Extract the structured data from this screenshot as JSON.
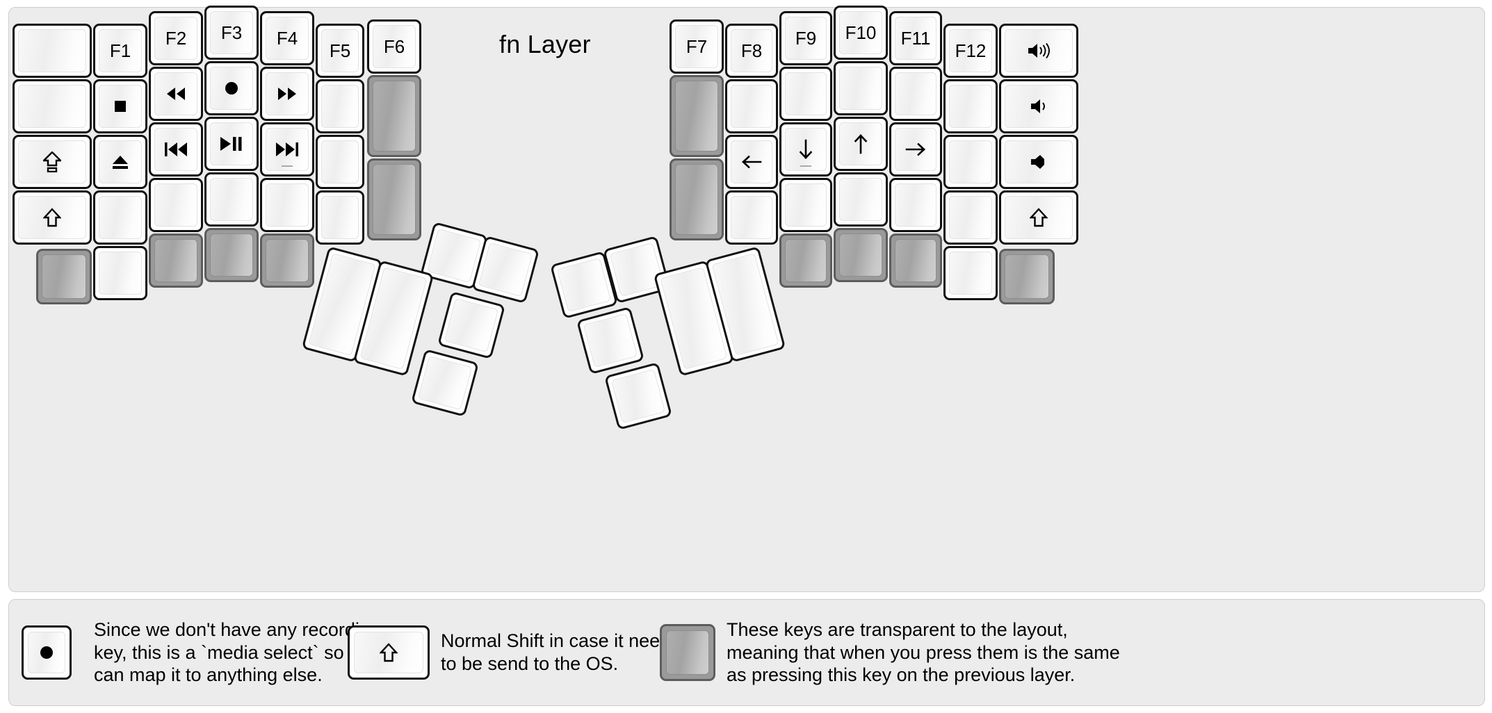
{
  "title": "fn Layer",
  "colors": {
    "background": "#ececec",
    "key_face": "#ffffff",
    "key_border": "#111111",
    "transparent_key": "#9a9a9a",
    "transparent_key_border": "#5d5d5d",
    "text": "#000000"
  },
  "legend": [
    {
      "key_glyph": "record-circle-icon",
      "key_style": "normal",
      "text": "Since we don't have any recording\nkey, this is a `media select` so user\ncan map it to anything else."
    },
    {
      "key_glyph": "shift-arrow-icon",
      "key_style": "normal",
      "text": "Normal Shift in case it needs\nto be send to the OS."
    },
    {
      "key_glyph": "",
      "key_style": "transparent",
      "text": "These keys are transparent to the layout,\nmeaning that when you press them is the same\nas pressing this key on the previous layer."
    }
  ],
  "left_half": {
    "columns": [
      {
        "name": "col-pinky-outer",
        "keys": [
          {
            "label": "",
            "icon": "",
            "style": "normal"
          },
          {
            "label": "",
            "icon": "",
            "style": "normal"
          },
          {
            "label": "",
            "icon": "caps-lock-icon",
            "style": "normal"
          },
          {
            "label": "",
            "icon": "shift-arrow-icon",
            "style": "normal"
          },
          {
            "label": "",
            "icon": "",
            "style": "transparent"
          }
        ]
      },
      {
        "name": "col-pinky",
        "keys": [
          {
            "label": "F1",
            "icon": "",
            "style": "normal"
          },
          {
            "label": "",
            "icon": "media-stop-icon",
            "style": "normal"
          },
          {
            "label": "",
            "icon": "media-eject-icon",
            "style": "normal"
          },
          {
            "label": "",
            "icon": "",
            "style": "normal"
          },
          {
            "label": "",
            "icon": "",
            "style": "normal"
          }
        ]
      },
      {
        "name": "col-ring",
        "keys": [
          {
            "label": "F2",
            "icon": "",
            "style": "normal"
          },
          {
            "label": "",
            "icon": "media-rewind-icon",
            "style": "normal"
          },
          {
            "label": "",
            "icon": "media-previous-icon",
            "style": "normal"
          },
          {
            "label": "",
            "icon": "",
            "style": "normal"
          },
          {
            "label": "",
            "icon": "",
            "style": "transparent"
          }
        ]
      },
      {
        "name": "col-middle",
        "keys": [
          {
            "label": "F3",
            "icon": "",
            "style": "normal"
          },
          {
            "label": "",
            "icon": "record-circle-icon",
            "style": "normal"
          },
          {
            "label": "",
            "icon": "media-play-pause-icon",
            "style": "normal"
          },
          {
            "label": "",
            "icon": "",
            "style": "normal"
          },
          {
            "label": "",
            "icon": "",
            "style": "transparent"
          }
        ]
      },
      {
        "name": "col-index",
        "keys": [
          {
            "label": "F4",
            "icon": "",
            "style": "normal"
          },
          {
            "label": "",
            "icon": "media-fast-forward-icon",
            "style": "normal"
          },
          {
            "label": "",
            "icon": "media-next-icon",
            "style": "normal",
            "underline": true
          },
          {
            "label": "",
            "icon": "",
            "style": "normal"
          },
          {
            "label": "",
            "icon": "",
            "style": "transparent"
          }
        ]
      },
      {
        "name": "col-inner",
        "keys": [
          {
            "label": "F5",
            "icon": "",
            "style": "normal"
          },
          {
            "label": "",
            "icon": "",
            "style": "normal"
          },
          {
            "label": "",
            "icon": "",
            "style": "normal"
          },
          {
            "label": "",
            "icon": "",
            "style": "normal"
          }
        ]
      },
      {
        "name": "col-innermost",
        "keys": [
          {
            "label": "F6",
            "icon": "",
            "style": "normal"
          },
          {
            "label": "",
            "icon": "",
            "style": "transparent"
          },
          {
            "label": "",
            "icon": "",
            "style": "transparent"
          }
        ]
      }
    ],
    "thumb_cluster": [
      {
        "label": "",
        "icon": "",
        "style": "normal"
      },
      {
        "label": "",
        "icon": "",
        "style": "normal"
      },
      {
        "label": "",
        "icon": "",
        "style": "normal"
      },
      {
        "label": "",
        "icon": "",
        "style": "normal"
      },
      {
        "label": "",
        "icon": "",
        "style": "normal"
      },
      {
        "label": "",
        "icon": "",
        "style": "normal"
      }
    ]
  },
  "right_half": {
    "columns": [
      {
        "name": "col-innermost",
        "keys": [
          {
            "label": "F7",
            "icon": "",
            "style": "normal"
          },
          {
            "label": "",
            "icon": "",
            "style": "transparent"
          },
          {
            "label": "",
            "icon": "",
            "style": "transparent"
          }
        ]
      },
      {
        "name": "col-inner",
        "keys": [
          {
            "label": "F8",
            "icon": "",
            "style": "normal"
          },
          {
            "label": "",
            "icon": "",
            "style": "normal"
          },
          {
            "label": "",
            "icon": "arrow-left-icon",
            "style": "normal"
          },
          {
            "label": "",
            "icon": "",
            "style": "normal"
          }
        ]
      },
      {
        "name": "col-index",
        "keys": [
          {
            "label": "F9",
            "icon": "",
            "style": "normal"
          },
          {
            "label": "",
            "icon": "",
            "style": "normal"
          },
          {
            "label": "",
            "icon": "arrow-down-icon",
            "style": "normal",
            "underline": true
          },
          {
            "label": "",
            "icon": "",
            "style": "normal"
          },
          {
            "label": "",
            "icon": "",
            "style": "transparent"
          }
        ]
      },
      {
        "name": "col-middle",
        "keys": [
          {
            "label": "F10",
            "icon": "",
            "style": "normal"
          },
          {
            "label": "",
            "icon": "",
            "style": "normal"
          },
          {
            "label": "",
            "icon": "arrow-up-icon",
            "style": "normal"
          },
          {
            "label": "",
            "icon": "",
            "style": "normal"
          },
          {
            "label": "",
            "icon": "",
            "style": "transparent"
          }
        ]
      },
      {
        "name": "col-ring",
        "keys": [
          {
            "label": "F11",
            "icon": "",
            "style": "normal"
          },
          {
            "label": "",
            "icon": "",
            "style": "normal"
          },
          {
            "label": "",
            "icon": "arrow-right-icon",
            "style": "normal"
          },
          {
            "label": "",
            "icon": "",
            "style": "normal"
          },
          {
            "label": "",
            "icon": "",
            "style": "transparent"
          }
        ]
      },
      {
        "name": "col-pinky",
        "keys": [
          {
            "label": "F12",
            "icon": "",
            "style": "normal"
          },
          {
            "label": "",
            "icon": "",
            "style": "normal"
          },
          {
            "label": "",
            "icon": "",
            "style": "normal"
          },
          {
            "label": "",
            "icon": "",
            "style": "normal"
          },
          {
            "label": "",
            "icon": "",
            "style": "normal"
          }
        ]
      },
      {
        "name": "col-pinky-outer",
        "keys": [
          {
            "label": "",
            "icon": "volume-up-icon",
            "style": "normal"
          },
          {
            "label": "",
            "icon": "volume-down-icon",
            "style": "normal"
          },
          {
            "label": "",
            "icon": "volume-mute-icon",
            "style": "normal"
          },
          {
            "label": "",
            "icon": "shift-arrow-icon",
            "style": "normal"
          },
          {
            "label": "",
            "icon": "",
            "style": "transparent"
          }
        ]
      }
    ],
    "thumb_cluster": [
      {
        "label": "",
        "icon": "",
        "style": "normal"
      },
      {
        "label": "",
        "icon": "",
        "style": "normal"
      },
      {
        "label": "",
        "icon": "",
        "style": "normal"
      },
      {
        "label": "",
        "icon": "",
        "style": "normal"
      },
      {
        "label": "",
        "icon": "",
        "style": "normal"
      },
      {
        "label": "",
        "icon": "",
        "style": "normal"
      }
    ]
  }
}
